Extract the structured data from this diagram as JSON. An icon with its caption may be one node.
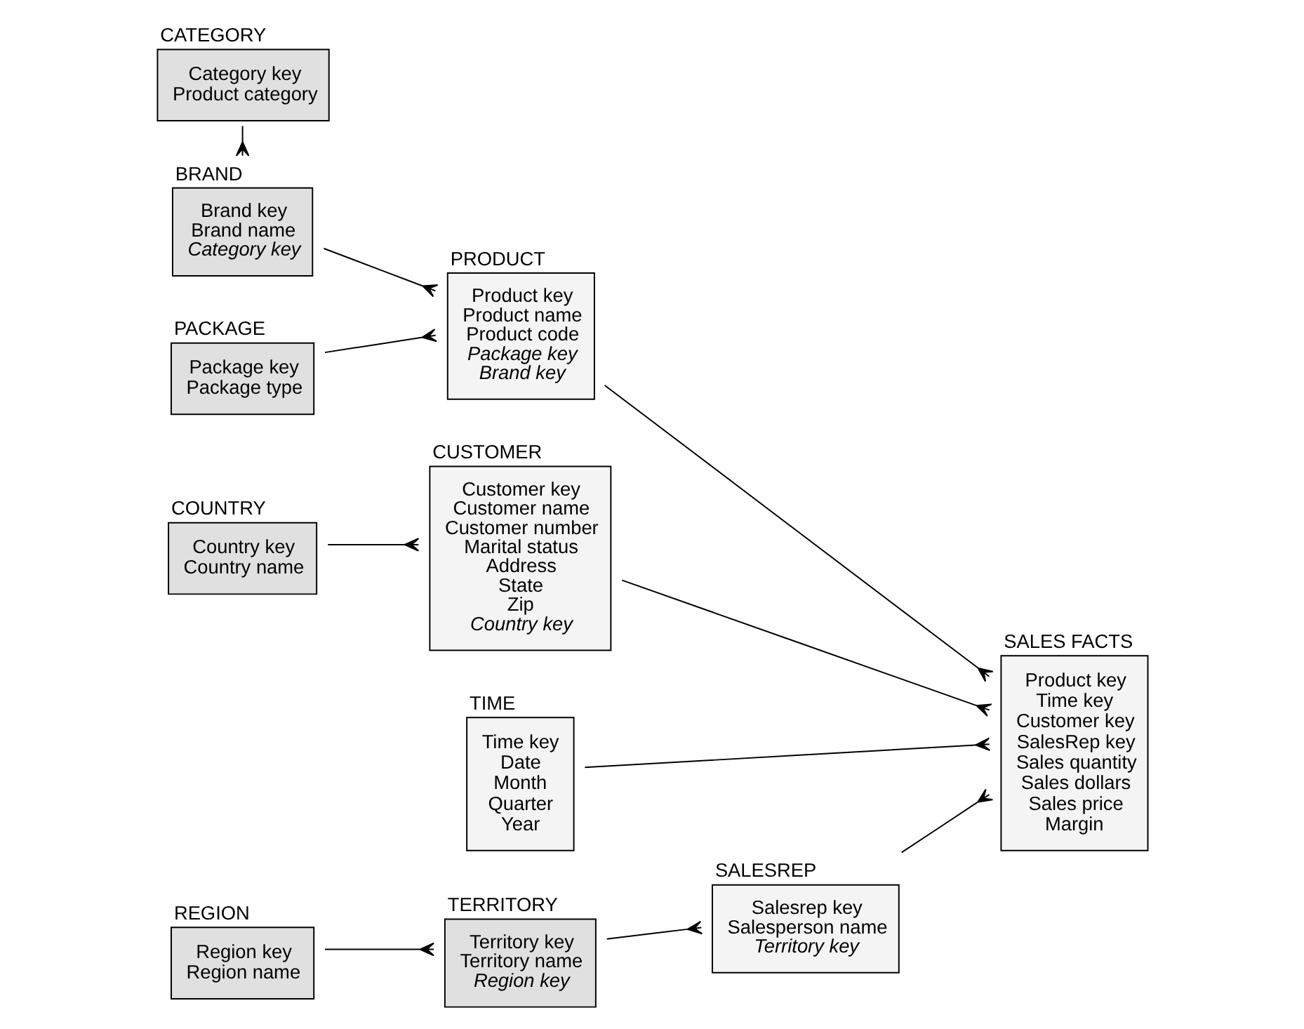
{
  "diagram": {
    "nodes": [
      {
        "text": [
          "CATEGORY",
          "Category key",
          "Product category"
        ]
      },
      {
        "text": [
          "BRAND",
          "Brand key",
          "Brand name",
          "*Category key*"
        ]
      },
      {
        "text": [
          "PRODUCT",
          "Product key",
          "Product name",
          "Product code",
          "*Package key*",
          "*Brand key*"
        ]
      },
      {
        "text": [
          "PACKAGE",
          "Package key",
          "Package type"
        ]
      },
      {
        "text": [
          "CUSTOMER",
          "Customer key",
          "Customer name",
          "Customer number",
          "Marital status",
          "Address",
          "State",
          "Zip",
          "*Country key*"
        ]
      },
      {
        "text": [
          "COUNTRY",
          "Country key",
          "Country name"
        ]
      },
      {
        "text": [
          "REGION",
          "Region key",
          "Region name"
        ]
      },
      {
        "text": [
          "TERRITORY",
          "Territory key",
          "Territory name",
          "*Region key*"
        ]
      },
      {
        "text": [
          "SALES FACTS",
          "Product key",
          "Time key",
          "Customer key",
          "SalesRep key",
          "Sales quantity",
          "Sales dollars",
          "Sales price",
          "Margin"
        ]
      },
      {
        "text": [
          "TIME",
          "Time key",
          "Date",
          "Month",
          "Quarter",
          "Year"
        ]
      },
      {
        "text": [
          "SALESREP",
          "Salesrep key",
          "Salesperson name",
          "*Territory key*"
        ]
      }
    ],
    "edges": [
      {
        "from": 0,
        "to": 1,
        "arrow": "other"
      },
      {
        "from": 1,
        "to": 2,
        "arrow": "other"
      },
      {
        "from": 3,
        "to": 2,
        "arrow": "other"
      },
      {
        "from": 5,
        "to": 4,
        "arrow": "other"
      },
      {
        "from": 6,
        "to": 7,
        "arrow": "other"
      },
      {
        "from": 2,
        "to": 8,
        "arrow": "other"
      },
      {
        "from": 4,
        "to": 8,
        "arrow": "other"
      },
      {
        "from": 9,
        "to": 8,
        "arrow": "other"
      },
      {
        "from": 7,
        "to": 10,
        "arrow": "other"
      },
      {
        "from": 10,
        "to": 8,
        "arrow": "other"
      }
    ]
  }
}
